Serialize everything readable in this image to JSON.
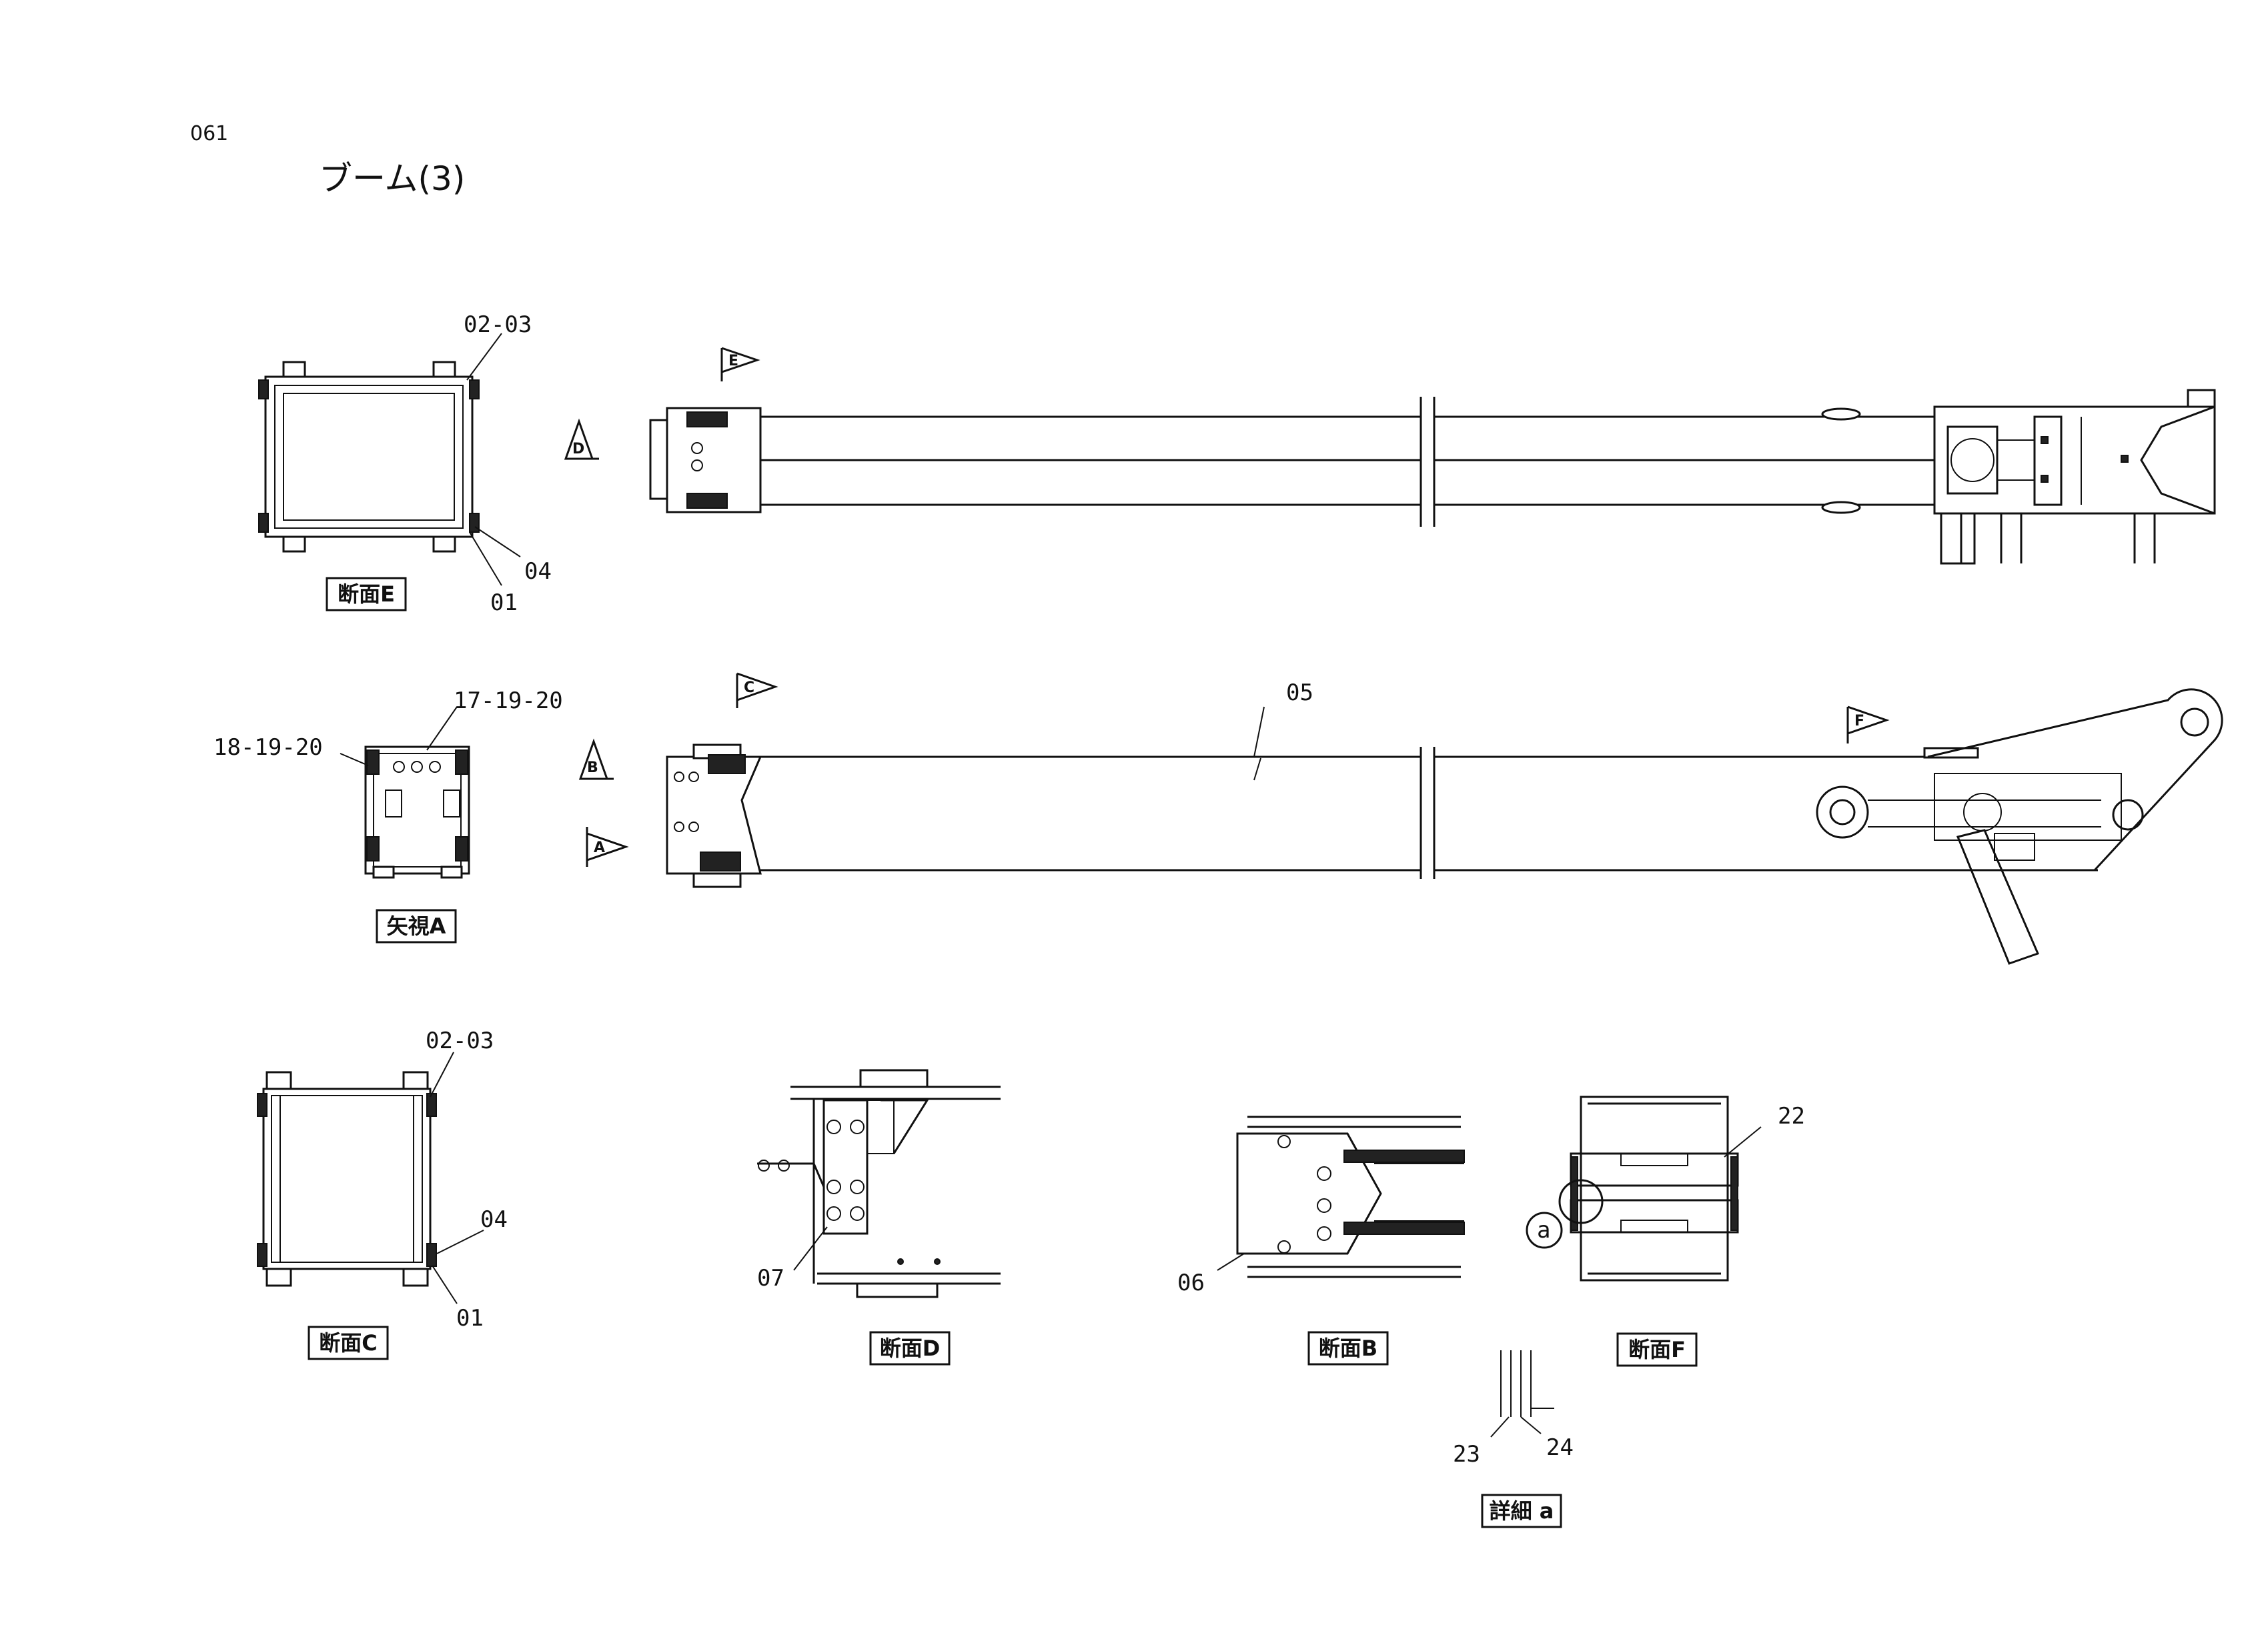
{
  "page": {
    "number": "061",
    "title": "ブーム(3)"
  },
  "callouts": {
    "e_top": "02-03",
    "e_04": "04",
    "e_01": "01",
    "a_top": "17-19-20",
    "a_left": "18-19-20",
    "boom_05": "05",
    "c_top": "02-03",
    "c_04": "04",
    "c_01": "01",
    "d_07": "07",
    "b_06": "06",
    "f_22": "22",
    "f_a": "a",
    "det_23": "23",
    "det_24": "24"
  },
  "view_flags": {
    "e": "E",
    "d": "D",
    "c": "C",
    "b": "B",
    "a": "A",
    "f": "F"
  },
  "section_labels": {
    "e": "断面E",
    "a": "矢視A",
    "c": "断面C",
    "d": "断面D",
    "b": "断面B",
    "f": "断面F",
    "detail": "詳細 a"
  }
}
